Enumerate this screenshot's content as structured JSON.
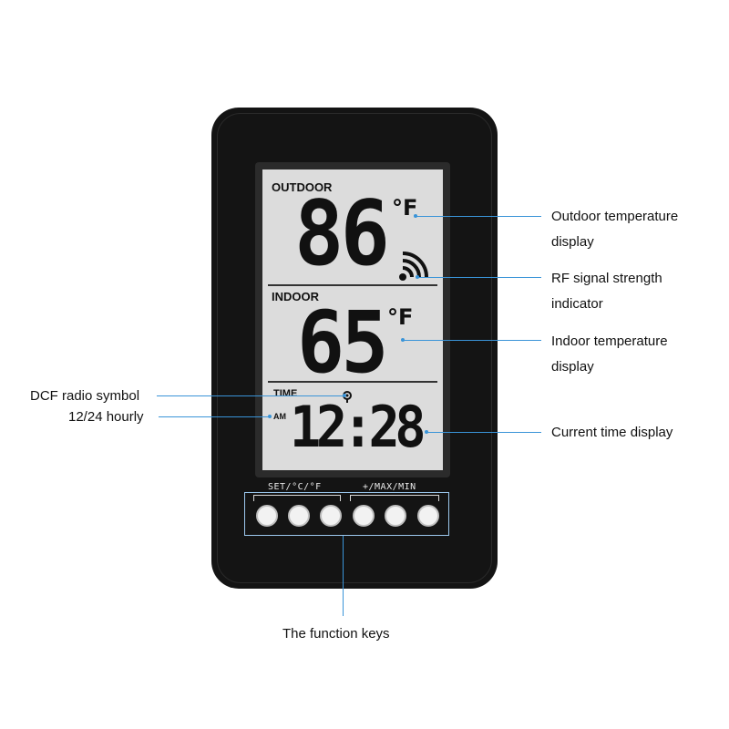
{
  "lcd": {
    "outdoor_label": "OUTDOOR",
    "outdoor_value": "86",
    "outdoor_unit": "°F",
    "indoor_label": "INDOOR",
    "indoor_value": "65",
    "indoor_unit": "°F",
    "time_label": "TIME",
    "am_label": "AM",
    "time_value": "12:28"
  },
  "buttons": {
    "left_group_label": "SET/°C/°F",
    "right_group_label": "+/MAX/MIN",
    "keys": 6
  },
  "callouts": {
    "outdoor": [
      "Outdoor temperature",
      "display"
    ],
    "rf": [
      "RF signal strength",
      "indicator"
    ],
    "indoor": [
      "Indoor temperature",
      "display"
    ],
    "time": "Current time display",
    "dcf": "DCF radio symbol",
    "hourly": "12/24 hourly",
    "function_keys": "The function keys"
  },
  "colors": {
    "callout_line": "#3a94d8",
    "device_body": "#141414",
    "lcd_background": "#dcdcdc"
  }
}
